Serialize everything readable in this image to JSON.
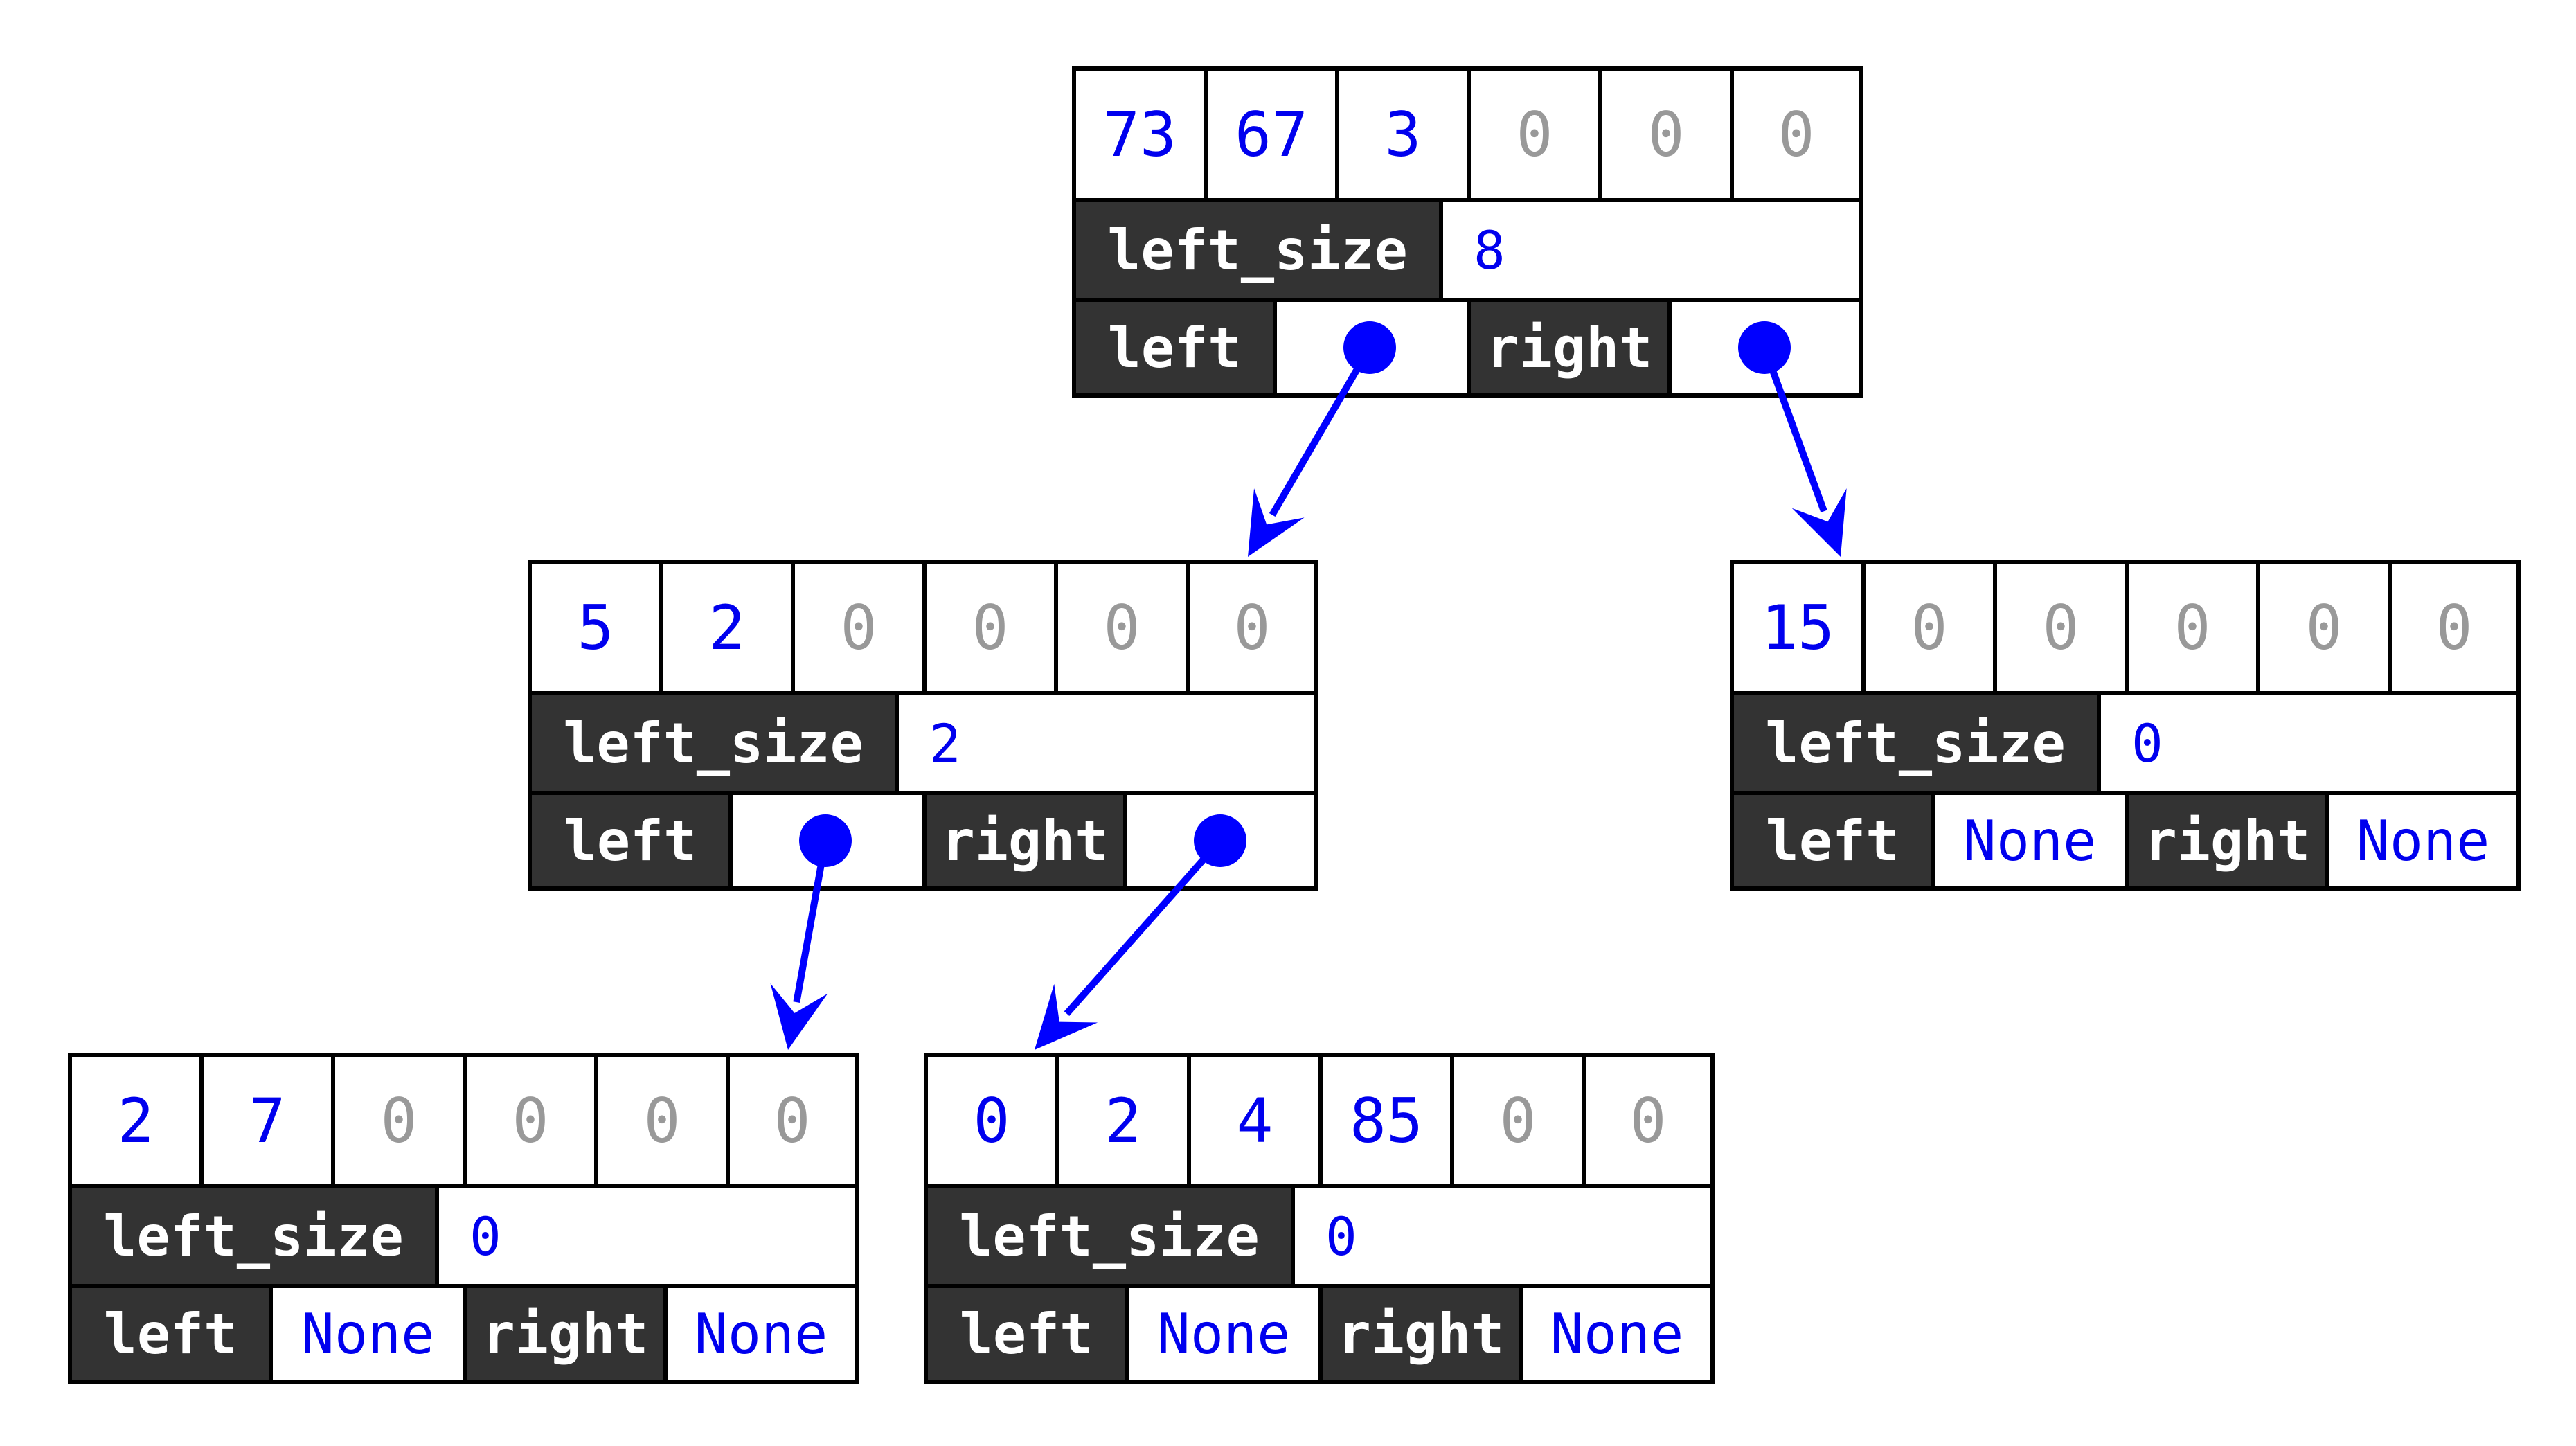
{
  "labels": {
    "left_size": "left_size",
    "left": "left",
    "right": "right"
  },
  "colors": {
    "value": "#0000ee",
    "zero": "#999999",
    "label_bg": "#333333",
    "arrow": "#0000ff"
  },
  "nodes": [
    {
      "id": "root",
      "values": [
        "73",
        "67",
        "3",
        "0",
        "0",
        "0"
      ],
      "used": 3,
      "left_size": "8",
      "left": "",
      "right": ""
    },
    {
      "id": "left-child",
      "values": [
        "5",
        "2",
        "0",
        "0",
        "0",
        "0"
      ],
      "used": 2,
      "left_size": "2",
      "left": "",
      "right": ""
    },
    {
      "id": "right-child",
      "values": [
        "15",
        "0",
        "0",
        "0",
        "0",
        "0"
      ],
      "used": 1,
      "left_size": "0",
      "left": "None",
      "right": "None"
    },
    {
      "id": "left-left",
      "values": [
        "2",
        "7",
        "0",
        "0",
        "0",
        "0"
      ],
      "used": 2,
      "left_size": "0",
      "left": "None",
      "right": "None"
    },
    {
      "id": "left-right",
      "values": [
        "0",
        "2",
        "4",
        "85",
        "0",
        "0"
      ],
      "used": 4,
      "left_size": "0",
      "left": "None",
      "right": "None"
    }
  ],
  "edges": [
    {
      "from": "root",
      "side": "left",
      "to": "left-child"
    },
    {
      "from": "root",
      "side": "right",
      "to": "right-child"
    },
    {
      "from": "left-child",
      "side": "left",
      "to": "left-left"
    },
    {
      "from": "left-child",
      "side": "right",
      "to": "left-right"
    }
  ]
}
